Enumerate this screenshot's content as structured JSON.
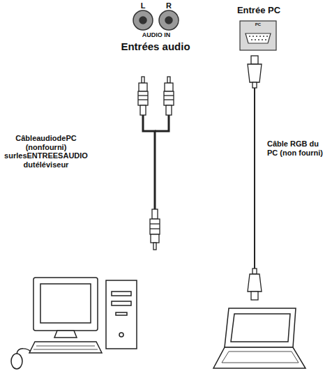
{
  "diagram": {
    "labels": [
      "L",
      "R",
      "AUDIO IN",
      "Entrées audio",
      "Entrée PC",
      "PC",
      "CâbleaudiodePC (nonfourni) surlesENTREESAUDIO dutéléviseur",
      "Câble RGB du PC (non fourni)"
    ]
  }
}
